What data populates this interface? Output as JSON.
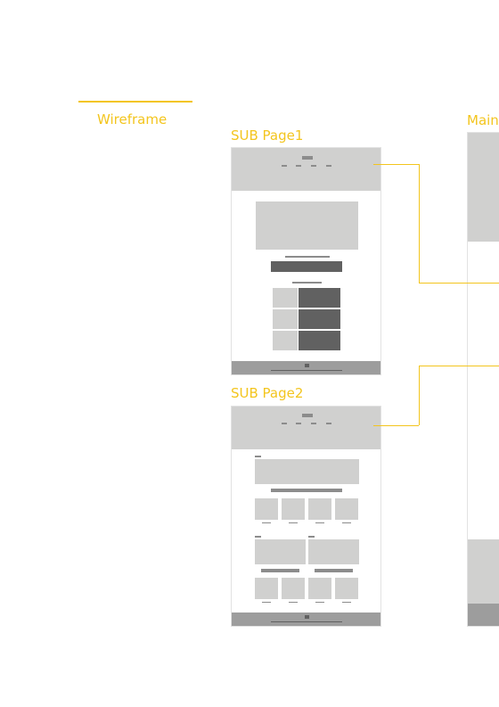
{
  "section": {
    "title": "Wireframe"
  },
  "pages": {
    "sub1": {
      "label": "SUB Page1"
    },
    "sub2": {
      "label": "SUB Page2"
    },
    "main": {
      "label": "Main"
    }
  },
  "colors": {
    "accent": "#f3c51e",
    "light_block": "#d0d0cf",
    "dark_block": "#616161",
    "footer": "#9d9d9d"
  }
}
